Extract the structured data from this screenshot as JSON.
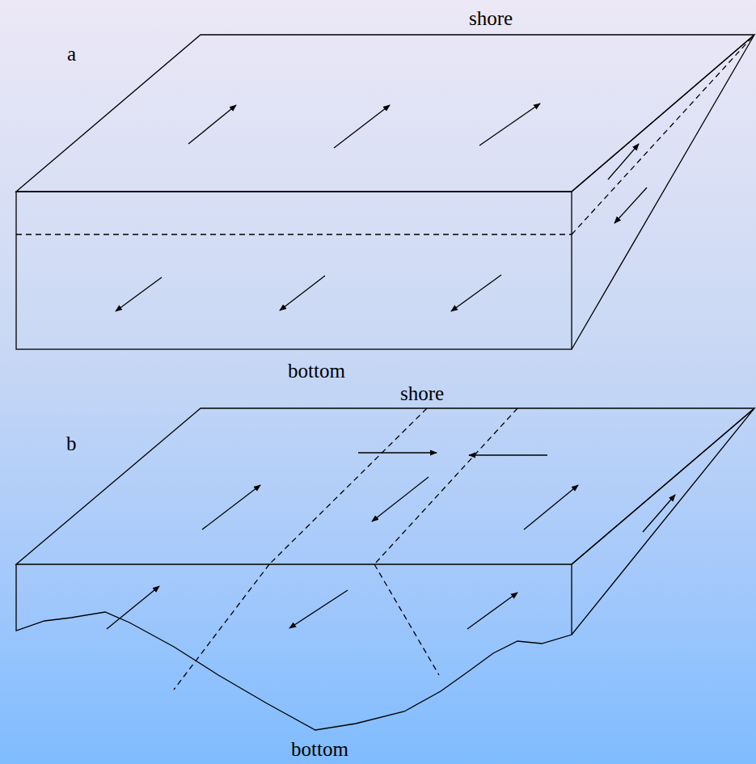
{
  "diagram": {
    "labels": [
      "shore",
      "a",
      "bottom",
      "shore",
      "b",
      "bottom"
    ]
  }
}
